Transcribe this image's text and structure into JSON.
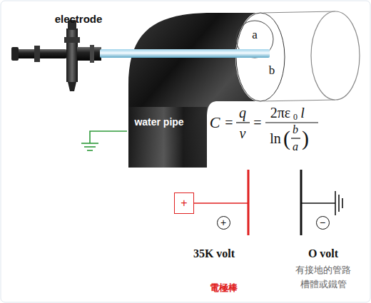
{
  "diagram": {
    "nodes": [
      {
        "text": [
          "+"
        ]
      },
      {
        "text": [
          "+"
        ]
      },
      {
        "text": [
          "−"
        ]
      }
    ],
    "labels": [
      "electrode",
      "a",
      "b",
      "water pipe",
      "C",
      "=",
      "q",
      "v",
      "=",
      "2πε",
      "0",
      "l",
      "ln",
      "(",
      "b",
      "a",
      ")",
      "35K volt",
      "電極棒",
      "O volt",
      "有接地的管路",
      "槽體或鐵管"
    ]
  }
}
